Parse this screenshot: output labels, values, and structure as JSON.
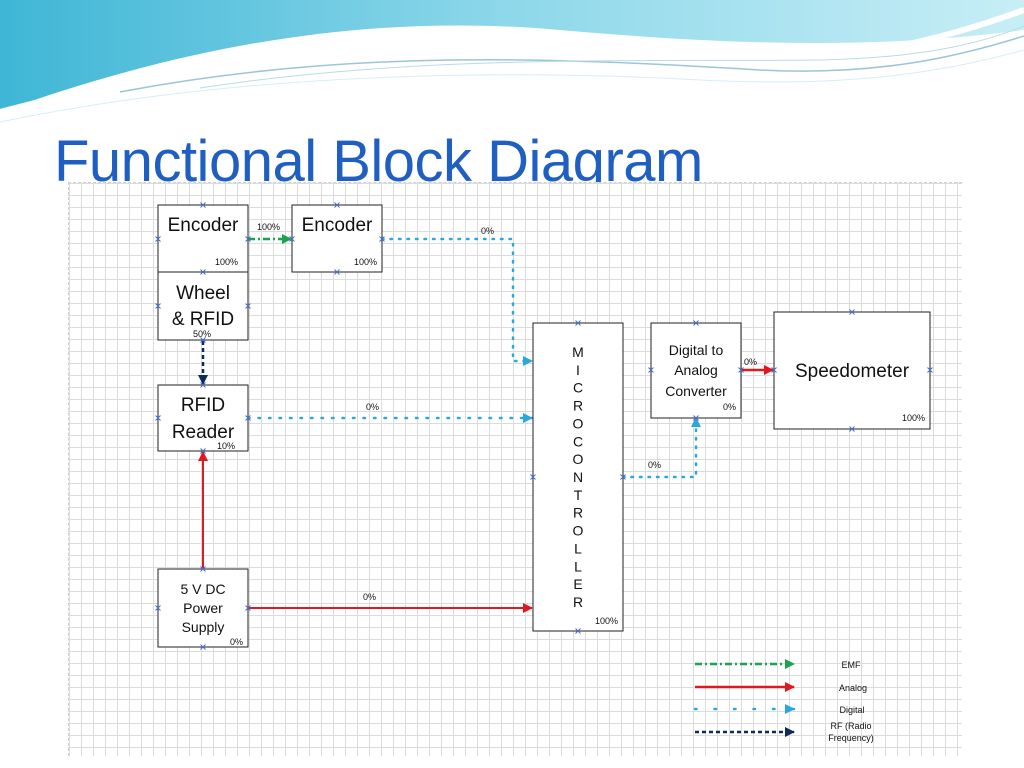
{
  "slide": {
    "title": "Functional Block Diagram"
  },
  "blocks": {
    "encoder_left": {
      "label": "Encoder",
      "percent": "100%"
    },
    "encoder_right": {
      "label": "Encoder",
      "percent": "100%"
    },
    "wheel_rfid": {
      "lines": [
        "Wheel",
        "& RFID"
      ],
      "percent": "50%"
    },
    "rfid_reader": {
      "lines": [
        "RFID",
        "Reader"
      ],
      "percent": "10%"
    },
    "power_supply": {
      "lines": [
        "5 V DC",
        "Power",
        "Supply"
      ],
      "percent": "0%"
    },
    "microcontroller": {
      "letters": [
        "M",
        "I",
        "C",
        "R",
        "O",
        "C",
        "O",
        "N",
        "T",
        "R",
        "O",
        "L",
        "L",
        "E",
        "R"
      ],
      "percent": "100%"
    },
    "dac": {
      "lines": [
        "Digital to",
        "Analog",
        "Converter"
      ],
      "percent": "0%"
    },
    "speedometer": {
      "label": "Speedometer",
      "percent": "100%"
    }
  },
  "connection_labels": {
    "encoder_to_encoder": "100%",
    "encoder_to_micro": "0%",
    "reader_to_micro": "0%",
    "power_to_micro": "0%",
    "micro_to_dac": "0%",
    "dac_to_speedometer": "0%"
  },
  "legend": {
    "emf": "EMF",
    "analog": "Analog",
    "digital": "Digital",
    "rf_line1": "RF (Radio",
    "rf_line2": "Frequency)"
  },
  "colors": {
    "title": "#1f5fc1",
    "emf": "#1aa34a",
    "analog": "#e0191f",
    "digital": "#29a8e0",
    "rf": "#0d2a5c",
    "connection_point": "#4a6fd0"
  }
}
